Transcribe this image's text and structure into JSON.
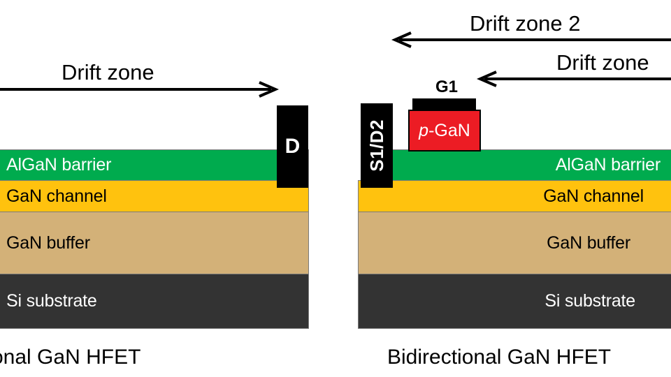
{
  "figure": {
    "type": "device-cross-section-diagram",
    "background": "#ffffff"
  },
  "palette": {
    "barrier": "#00ab4e",
    "channel": "#ffc20e",
    "buffer": "#d3b178",
    "substrate": "#333333",
    "electrode": "#000000",
    "pgan": "#ec1c24",
    "outline": "#7a7a7a",
    "arrow": "#000000"
  },
  "left_device": {
    "caption": "onal  GaN HFET",
    "caption_note": "left edge cropped; reads \"…onal GaN HFET\"",
    "drift_annotation": {
      "label": "Drift zone",
      "arrow_direction": "right"
    },
    "electrodes": [
      {
        "name": "drain",
        "label": "D",
        "orientation": "horizontal"
      }
    ],
    "layers": [
      {
        "id": "barrier",
        "label": "AlGaN barrier",
        "text_color": "#ffffff"
      },
      {
        "id": "channel",
        "label": "GaN channel",
        "text_color": "#000000"
      },
      {
        "id": "buffer",
        "label": "GaN buffer",
        "text_color": "#000000"
      },
      {
        "id": "substrate",
        "label": "Si substrate",
        "text_color": "#ffffff"
      }
    ]
  },
  "right_device": {
    "caption": "Bidirectional  GaN HFET",
    "drift_annotations": [
      {
        "label": "Drift zone 2",
        "arrow_direction": "left"
      },
      {
        "label": "Drift zone",
        "arrow_direction": "left"
      }
    ],
    "electrodes": [
      {
        "name": "source1-drain2",
        "label": "S1/D2",
        "orientation": "vertical"
      },
      {
        "name": "gate1",
        "label": "G1",
        "orientation": "horizontal"
      }
    ],
    "gate_stack": {
      "label_prefix": "p",
      "label_suffix": "-GaN",
      "label_full": "p-GaN",
      "color": "#ec1c24",
      "text_color": "#ffffff"
    },
    "layers": [
      {
        "id": "barrier",
        "label": "AlGaN barrier",
        "text_color": "#ffffff"
      },
      {
        "id": "channel",
        "label": "GaN channel",
        "text_color": "#000000"
      },
      {
        "id": "buffer",
        "label": "GaN buffer",
        "text_color": "#000000"
      },
      {
        "id": "substrate",
        "label": "Si substrate",
        "text_color": "#ffffff"
      }
    ]
  }
}
